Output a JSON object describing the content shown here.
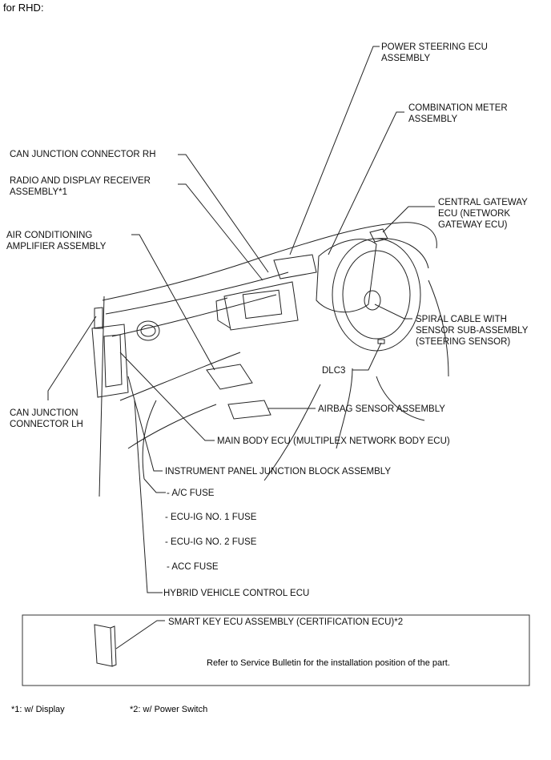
{
  "header": "for RHD:",
  "labels": {
    "power_steering": "POWER STEERING ECU\nASSEMBLY",
    "combination_meter": "COMBINATION METER\nASSEMBLY",
    "can_rh": "CAN JUNCTION CONNECTOR RH",
    "radio": "RADIO AND DISPLAY RECEIVER\nASSEMBLY*1",
    "central_gateway": "CENTRAL GATEWAY\nECU (NETWORK\nGATEWAY ECU)",
    "ac_amp": "AIR CONDITIONING\nAMPLIFIER ASSEMBLY",
    "spiral": "SPIRAL CABLE WITH\nSENSOR SUB-ASSEMBLY\n(STEERING SENSOR)",
    "dlc3": "DLC3",
    "airbag": "AIRBAG SENSOR ASSEMBLY",
    "can_lh": "CAN JUNCTION\nCONNECTOR LH",
    "main_body": "MAIN BODY ECU (MULTIPLEX NETWORK BODY ECU)",
    "ip_jb": "INSTRUMENT PANEL JUNCTION BLOCK ASSEMBLY",
    "ac_fuse": "- A/C FUSE",
    "ecu_ig1": "- ECU-IG NO. 1 FUSE",
    "ecu_ig2": "- ECU-IG NO. 2 FUSE",
    "acc_fuse": "- ACC FUSE",
    "hv_ecu": "HYBRID VEHICLE CONTROL ECU",
    "smart_key": "SMART KEY ECU ASSEMBLY (CERTIFICATION ECU)*2"
  },
  "bulletin": "Refer to Service Bulletin for the installation position of the part.",
  "footnotes": [
    "*1: w/ Display",
    "*2: w/ Power Switch"
  ]
}
